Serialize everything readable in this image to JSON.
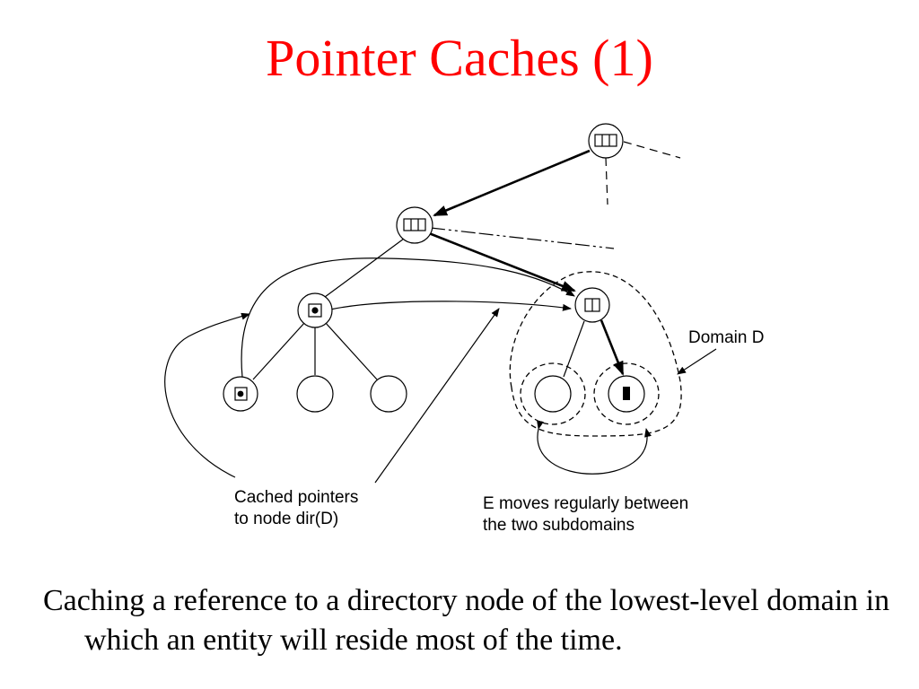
{
  "slide": {
    "title": "Pointer Caches (1)",
    "title_color": "#ff0000",
    "caption": "Caching a reference to a directory node of the lowest-level domain in which an entity will reside most of the time."
  },
  "diagram": {
    "label_domain": "Domain D",
    "label_cached_line1": "Cached pointers",
    "label_cached_line2": "to node dir(D)",
    "label_moves_line1": "E moves regularly between",
    "label_moves_line2": "the two subdomains"
  }
}
